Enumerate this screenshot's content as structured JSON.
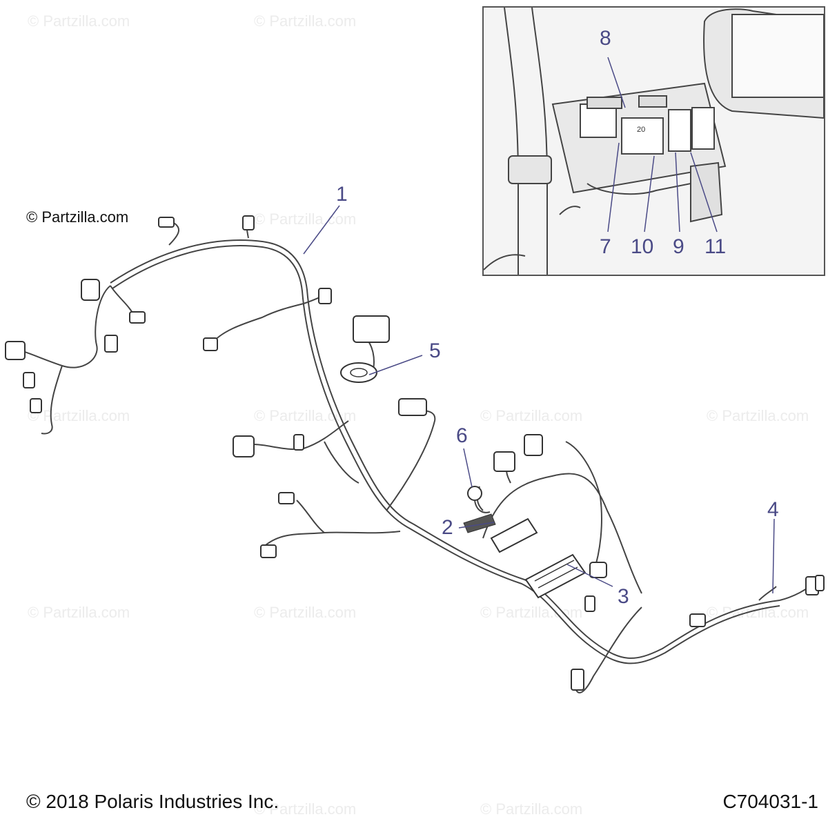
{
  "watermark": "© Partzilla.com",
  "copyright_top": "© Partzilla.com",
  "copyright_bottom": "© 2018 Polaris Industries Inc.",
  "diagram_code": "C704031-1",
  "callouts": {
    "c1": "1",
    "c2": "2",
    "c3": "3",
    "c4": "4",
    "c5": "5",
    "c6": "6",
    "c7": "7",
    "c8": "8",
    "c9": "9",
    "c10": "10",
    "c11": "11"
  },
  "inset_relay_label": "20",
  "colors": {
    "callout": "#4a4a86",
    "line": "#444444",
    "inset_bg": "#f4f4f4"
  }
}
